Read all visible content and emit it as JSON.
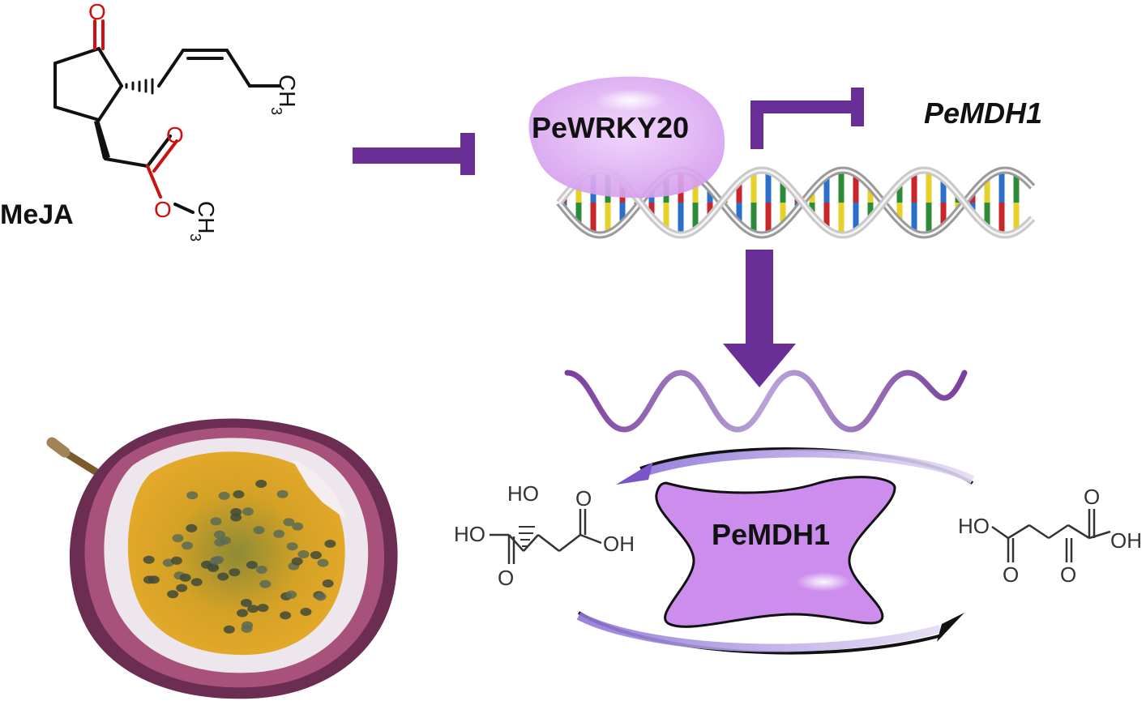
{
  "compound": {
    "name": "MeJA",
    "atoms": {
      "oxygen": "O",
      "methyl": "CH",
      "methyl_sub": "3"
    },
    "color_oxygen": "#cc1111"
  },
  "regulator": {
    "name": "PeWRKY20"
  },
  "gene": {
    "name": "PeMDH1"
  },
  "enzyme": {
    "name": "PeMDH1"
  },
  "malate": {
    "ho_left": "HO",
    "ho_top": "HO",
    "o_top": "O",
    "o_bottom": "O",
    "oh_right": "OH"
  },
  "oxaloacetate": {
    "ho_left": "HO",
    "o_top": "O",
    "o_bottom_left": "O",
    "o_bottom_mid": "O",
    "oh_right": "OH"
  },
  "colors": {
    "arrow_purple": "#6a2f97",
    "blob_purple": "#d6a2ee",
    "enzyme_purple": "#c989ec",
    "dna_colors": [
      "#c8262b",
      "#e6d02a",
      "#2a6fc9",
      "#2e8b3a"
    ]
  },
  "icons": [
    "inhibition-arrow",
    "dna-helix-icon",
    "mrna-wave-icon",
    "passion-fruit-photo",
    "cycle-arrow"
  ]
}
